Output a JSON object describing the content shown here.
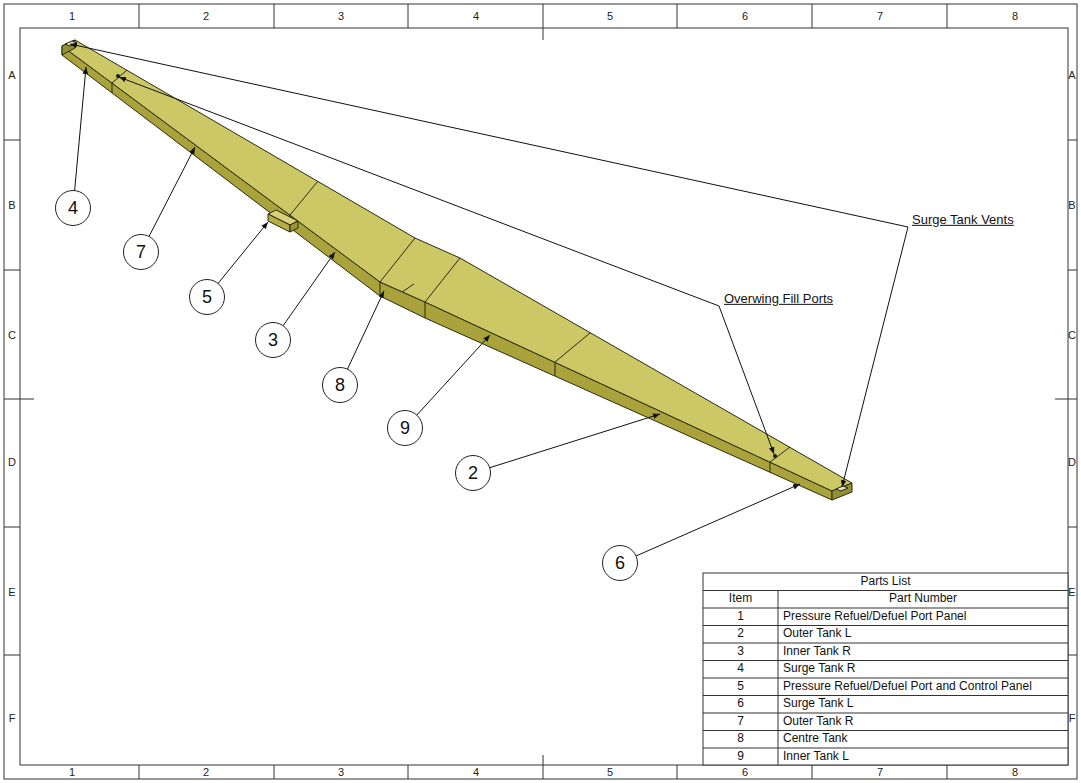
{
  "diagram": {
    "nodes": [
      {
        "text": [
          "4"
        ]
      },
      {
        "text": [
          "7"
        ]
      },
      {
        "text": [
          "5"
        ]
      },
      {
        "text": [
          "3"
        ]
      },
      {
        "text": [
          "8"
        ]
      },
      {
        "text": [
          "9"
        ]
      },
      {
        "text": [
          "2"
        ]
      },
      {
        "text": [
          "6"
        ]
      }
    ],
    "labels": [
      "1",
      "2",
      "3",
      "4",
      "5",
      "6",
      "7",
      "8",
      "1",
      "2",
      "3",
      "4",
      "5",
      "6",
      "7",
      "8",
      "A",
      "B",
      "C",
      "D",
      "E",
      "F",
      "A",
      "B",
      "C",
      "D",
      "E",
      "F",
      "Surge Tank Vents",
      "Overwing Fill Ports",
      "Parts List",
      "Item",
      "Part Number",
      "1",
      "Pressure Refuel/Defuel Port Panel",
      "2",
      "Outer Tank L",
      "3",
      "Inner Tank R",
      "4",
      "Surge Tank R",
      "5",
      "Pressure Refuel/Defuel Port and Control Panel",
      "6",
      "Surge Tank L",
      "7",
      "Outer Tank R",
      "8",
      "Centre Tank",
      "9",
      "Inner Tank L"
    ]
  }
}
